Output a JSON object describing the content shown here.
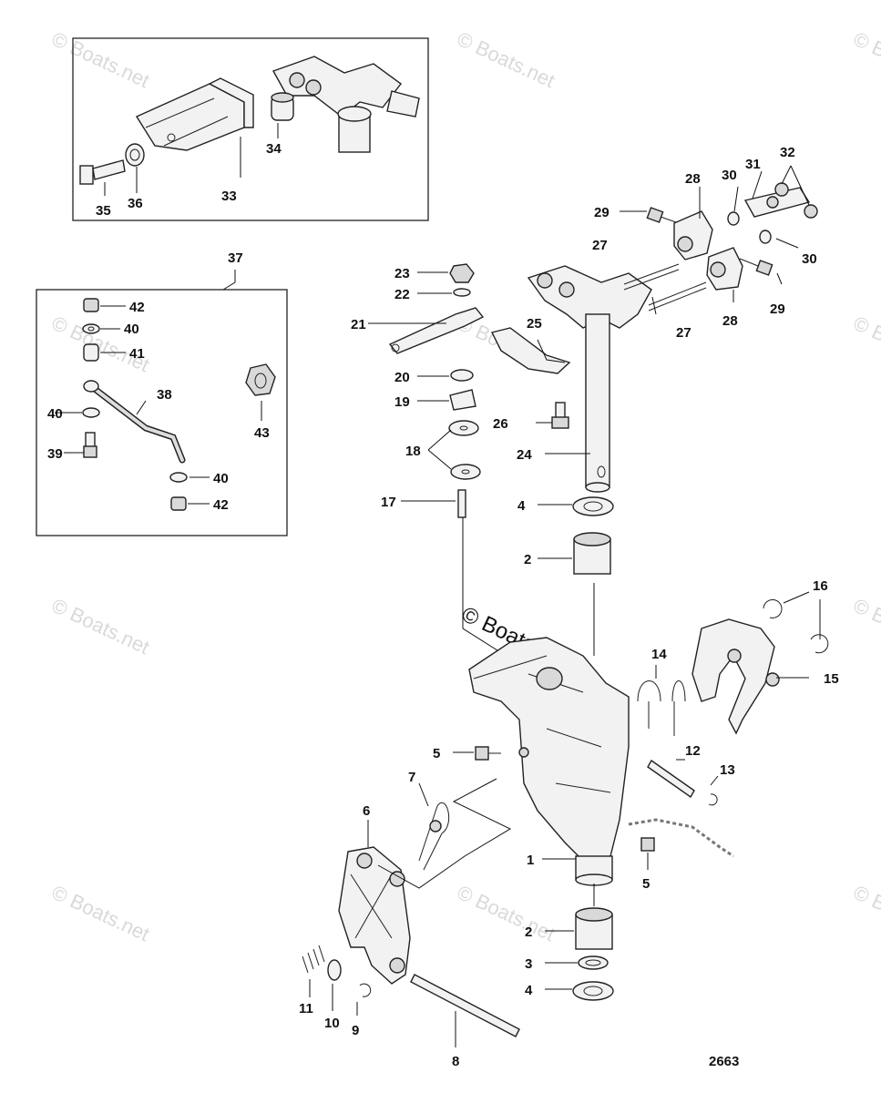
{
  "watermark": "© Boats.net",
  "center_watermark": "© Boats.net",
  "diagram_id": "2663",
  "callouts": {
    "n1": "1",
    "n2a": "2",
    "n2b": "2",
    "n3": "3",
    "n4a": "4",
    "n4b": "4",
    "n5a": "5",
    "n5b": "5",
    "n6": "6",
    "n7": "7",
    "n8": "8",
    "n9": "9",
    "n10": "10",
    "n11": "11",
    "n12": "12",
    "n13": "13",
    "n14": "14",
    "n15": "15",
    "n16": "16",
    "n17": "17",
    "n18": "18",
    "n19": "19",
    "n20": "20",
    "n21": "21",
    "n22": "22",
    "n23": "23",
    "n24": "24",
    "n25": "25",
    "n26": "26",
    "n27a": "27",
    "n27b": "27",
    "n28a": "28",
    "n28b": "28",
    "n29a": "29",
    "n29b": "29",
    "n30a": "30",
    "n30b": "30",
    "n31": "31",
    "n32": "32",
    "n33": "33",
    "n34": "34",
    "n35": "35",
    "n36": "36",
    "n37": "37",
    "n38": "38",
    "n39": "39",
    "n40a": "40",
    "n40b": "40",
    "n40c": "40",
    "n41": "41",
    "n42a": "42",
    "n42b": "42",
    "n43": "43"
  }
}
